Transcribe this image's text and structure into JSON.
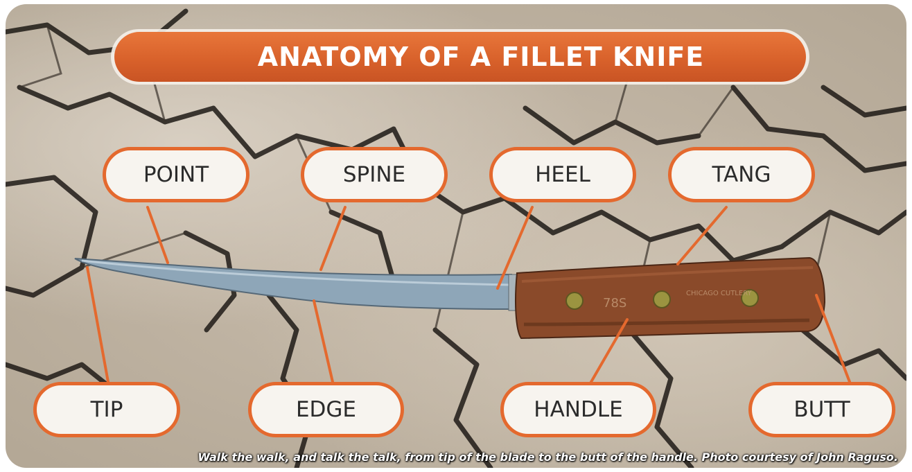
{
  "title": "ANATOMY OF A FILLET KNIFE",
  "labels": {
    "point": "POINT",
    "spine": "SPINE",
    "heel": "HEEL",
    "tang": "TANG",
    "tip": "TIP",
    "edge": "EDGE",
    "handle": "HANDLE",
    "butt": "BUTT"
  },
  "handle_text": {
    "model": "78S",
    "brand": "CHICAGO CUTLERY"
  },
  "caption": "Walk the walk, and talk the talk, from tip of the blade to the butt of the handle. Photo courtesy of John Raguso.",
  "colors": {
    "accent": "#e4692e",
    "title_bar": "#d7602a",
    "label_fill": "#f7f4ef",
    "label_text": "#2b2b2b"
  }
}
